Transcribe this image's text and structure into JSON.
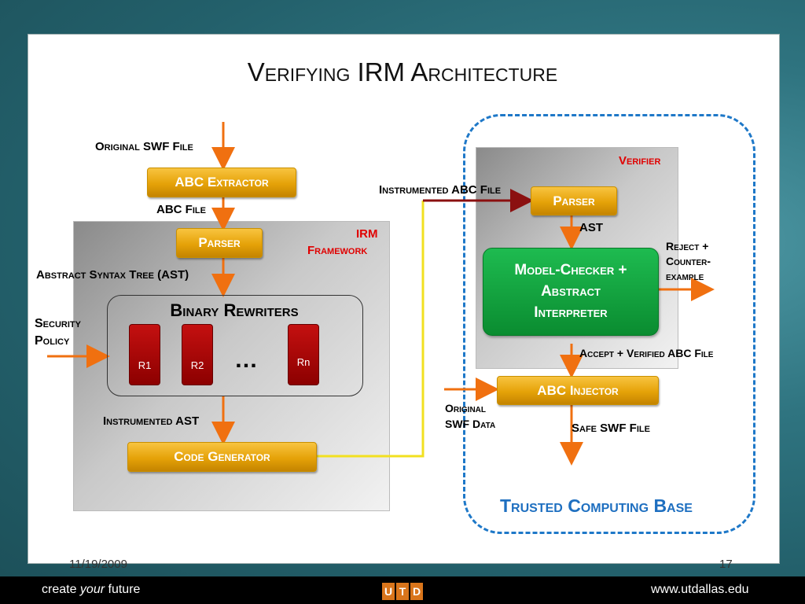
{
  "title": "Verifying IRM Architecture",
  "labels": {
    "original_swf_file": "Original SWF File",
    "abc_file": "ABC File",
    "abstract_syntax_tree": "Abstract Syntax Tree (AST)",
    "security_policy_line1": "Security",
    "security_policy_line2": "Policy",
    "instrumented_ast": "Instrumented AST",
    "instrumented_abc_file": "Instrumented ABC File",
    "ast": "AST",
    "reject_line1": "Reject +",
    "reject_line2": "Counter-",
    "reject_line3": "example",
    "accept": "Accept + Verified ABC File",
    "original_swf_data_line1": "Original",
    "original_swf_data_line2": "SWF Data",
    "safe_swf_file": "Safe SWF File"
  },
  "irm": {
    "heading_line1": "IRM",
    "heading_line2": "Framework",
    "parser": "Parser",
    "binary_rewriters": "Binary Rewriters",
    "rewriters": [
      "R1",
      "R2",
      "Rn"
    ],
    "ellipsis": "…",
    "code_generator": "Code Generator"
  },
  "abc_extractor": "ABC Extractor",
  "verifier": {
    "heading": "Verifier",
    "parser": "Parser",
    "model_checker_line1": "Model-Checker +",
    "model_checker_line2": "Abstract",
    "model_checker_line3": "Interpreter"
  },
  "abc_injector": "ABC Injector",
  "tcb_label": "Trusted Computing Base",
  "slide_date": "11/19/2009",
  "slide_number": "17",
  "footer": {
    "create": "create",
    "your": "your",
    "future": "future",
    "logo": [
      "U",
      "T",
      "D"
    ],
    "url": "www.utdallas.edu"
  },
  "colors": {
    "arrow_orange": "#f07010",
    "dark_red_line": "#8b1010",
    "yellow_line": "#f2e020",
    "gold": "#e5a208",
    "green": "#16a640",
    "tcb_blue": "#1e78c8",
    "heading_red": "#e00000"
  }
}
